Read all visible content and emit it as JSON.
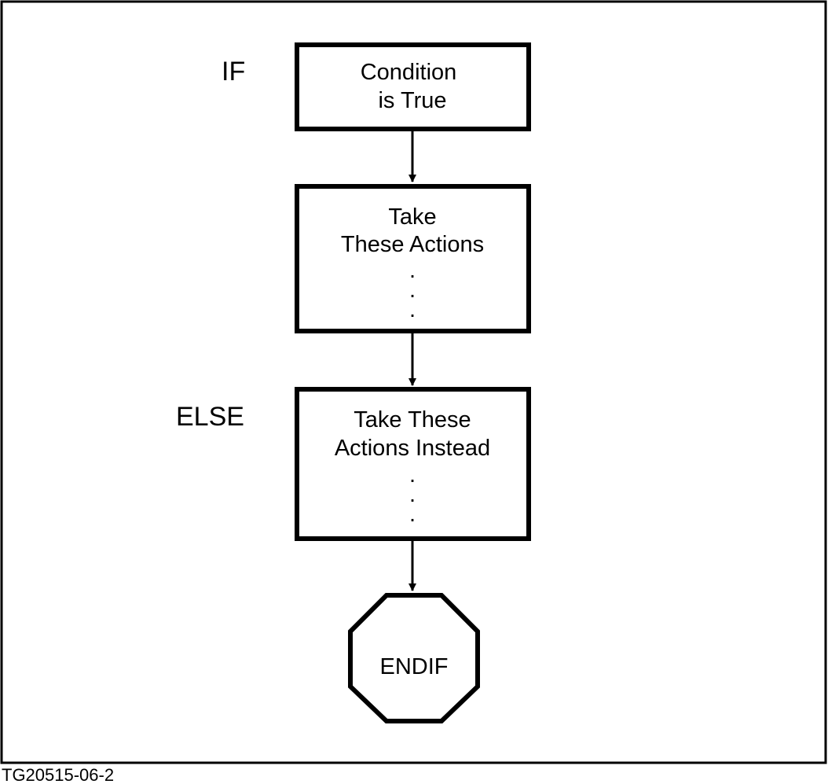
{
  "diagram": {
    "stroke_color": "#000000",
    "background_color": "#ffffff",
    "keywords": {
      "if": "IF",
      "else": "ELSE"
    },
    "boxes": {
      "condition": {
        "line1": "Condition",
        "line2": "is True"
      },
      "actions": {
        "line1": "Take",
        "line2": "These Actions",
        "dots": "."
      },
      "else_actions": {
        "line1": "Take These",
        "line2": "Actions Instead",
        "dots": "."
      },
      "endif": {
        "label": "ENDIF"
      }
    },
    "figure_id": "TG20515-06-2"
  }
}
